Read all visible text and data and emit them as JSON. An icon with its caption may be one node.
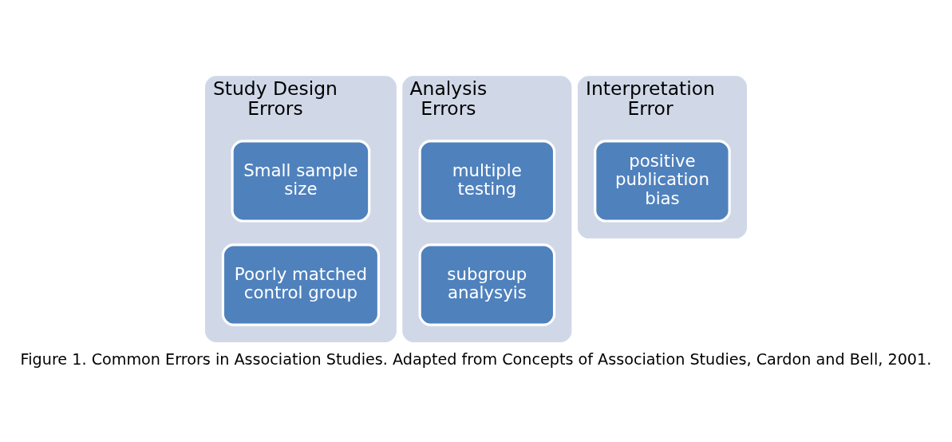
{
  "diagram": {
    "caption": "Figure 1. Common Errors in Association Studies. Adapted from Concepts of Association Studies, Cardon and Bell, 2001.",
    "nodes": [
      {
        "text": [
          "Study Design Errors"
        ]
      },
      {
        "text": [
          "Small sample size"
        ],
        "in": 0
      },
      {
        "text": [
          "Poorly matched control group"
        ],
        "in": 0
      },
      {
        "text": [
          "Analysis Errors"
        ]
      },
      {
        "text": [
          "multiple testing"
        ],
        "in": 3
      },
      {
        "text": [
          "subgroup analysyis"
        ],
        "in": 3
      },
      {
        "text": [
          "Interpretation Error"
        ]
      },
      {
        "text": [
          "positive publication bias"
        ],
        "in": 6
      }
    ],
    "edges": []
  }
}
